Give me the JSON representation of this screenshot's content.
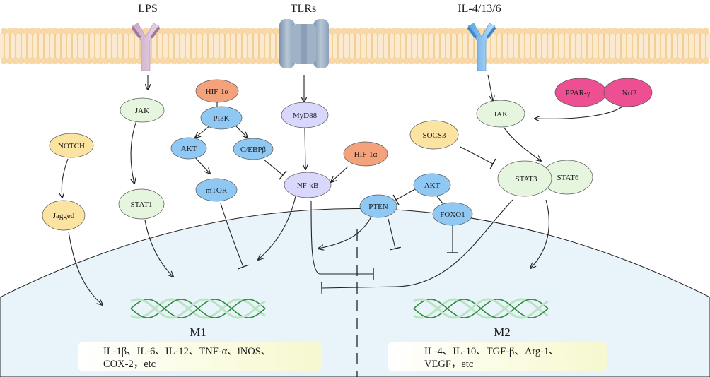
{
  "receptors": [
    {
      "id": "lps",
      "label": "LPS"
    },
    {
      "id": "tlrs",
      "label": "TLRs"
    },
    {
      "id": "il",
      "label": "IL-4/13/6"
    }
  ],
  "nodes": {
    "jak_left": {
      "label": "JAK"
    },
    "hif1a_top": {
      "label": "HIF-1α"
    },
    "pi3k": {
      "label": "PI3K"
    },
    "akt_left": {
      "label": "AKT"
    },
    "cebpb": {
      "label": "C/EBPβ"
    },
    "mtor": {
      "label": "mTOR"
    },
    "myd88": {
      "label": "MyD88"
    },
    "hif1a_mid": {
      "label": "HIF-1α"
    },
    "nfkb": {
      "label": "NF-κB"
    },
    "notch": {
      "label": "NOTCH"
    },
    "jagged": {
      "label": "Jagged"
    },
    "stat1": {
      "label": "STAT1"
    },
    "pparg": {
      "label": "PPAR-γ"
    },
    "nrf2": {
      "label": "Nrf2"
    },
    "jak_right": {
      "label": "JAK"
    },
    "socs3": {
      "label": "SOCS3"
    },
    "stat3": {
      "label": "STAT3"
    },
    "stat6": {
      "label": "STAT6"
    },
    "akt_right": {
      "label": "AKT"
    },
    "pten": {
      "label": "PTEN"
    },
    "foxo1": {
      "label": "FOXO1"
    }
  },
  "m1": {
    "title": "M1",
    "line1": "IL-1β、IL-6、IL-12、TNF-α、iNOS、",
    "line2": "COX-2，etc"
  },
  "m2": {
    "title": "M2",
    "line1": "IL-4、IL-10、TGF-β、Arg-1、",
    "line2": "VEGF，etc"
  },
  "colors": {
    "green_node": "#e6f6de",
    "blue_node": "#90c8f4",
    "orange_node": "#f3a27c",
    "yellow_node": "#fbe3a2",
    "lavender_node": "#d9d7fb",
    "pink_node": "#ee4f93",
    "lipid": "#f7d8a6",
    "nucleus": "#e7f4fa",
    "box": "#fbfce1"
  }
}
